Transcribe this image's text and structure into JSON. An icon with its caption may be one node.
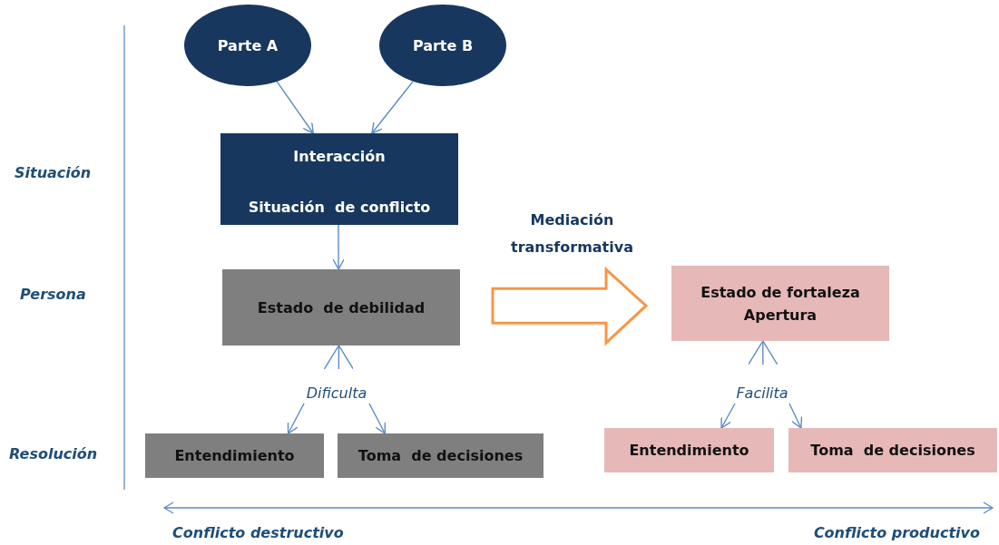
{
  "diagram": {
    "nodes": [
      {
        "text": [
          "Parte A"
        ]
      },
      {
        "text": [
          "Parte B"
        ]
      },
      {
        "text": [
          "Interacción",
          "Situación  de conflicto"
        ]
      },
      {
        "text": [
          "Estado  de debilidad"
        ]
      },
      {
        "text": [
          "Dificulta"
        ]
      },
      {
        "text": [
          "Entendimiento"
        ]
      },
      {
        "text": [
          "Toma  de decisiones"
        ]
      },
      {
        "text": [
          "Estado de fortaleza",
          "Apertura"
        ]
      },
      {
        "text": [
          "Facilita"
        ]
      },
      {
        "text": [
          "Entendimiento"
        ]
      },
      {
        "text": [
          "Toma  de decisiones"
        ]
      }
    ],
    "edges": [
      {
        "from": 0,
        "to": 2,
        "arrow": "to"
      },
      {
        "from": 1,
        "to": 2,
        "arrow": "to"
      },
      {
        "from": 2,
        "to": 3,
        "arrow": "to"
      },
      {
        "from": 4,
        "to": 3,
        "arrow": "to"
      },
      {
        "from": 4,
        "to": 5,
        "arrow": "to"
      },
      {
        "from": 4,
        "to": 6,
        "arrow": "to"
      },
      {
        "from": 3,
        "to": 7,
        "arrow": "to",
        "label": "Mediación transformativa",
        "style": "thick",
        "color": "#f79646"
      },
      {
        "from": 8,
        "to": 7,
        "arrow": "to"
      },
      {
        "from": 8,
        "to": 9,
        "arrow": "to"
      },
      {
        "from": 8,
        "to": 10,
        "arrow": "to"
      }
    ],
    "labels": [
      "Situación",
      "Persona",
      "Resolución",
      "Conflicto destructivo",
      "Conflicto productivo"
    ]
  }
}
